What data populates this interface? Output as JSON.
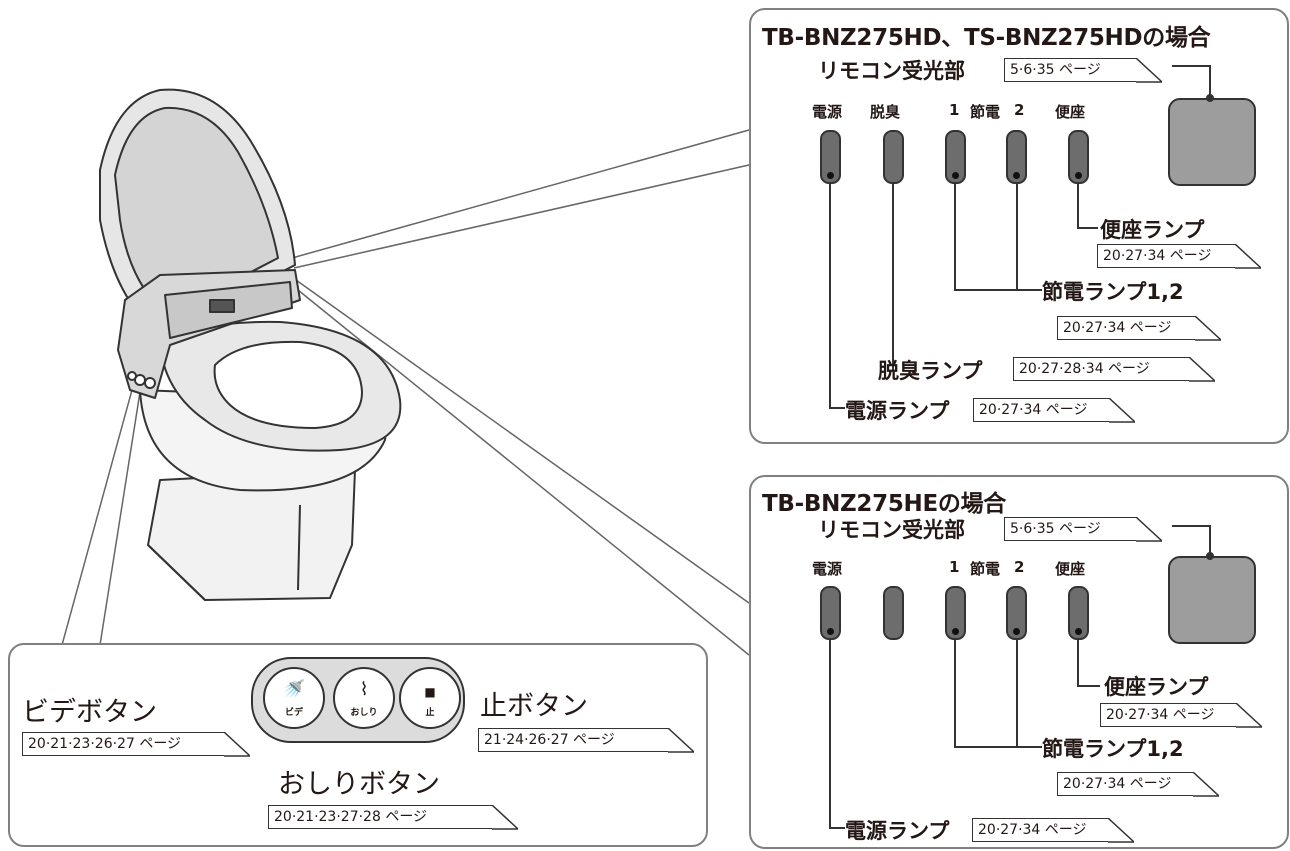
{
  "panel_hd": {
    "title": "TB-BNZ275HD、TS-BNZ275HDの場合",
    "receiver_label": "リモコン受光部",
    "receiver_ref": "5·6·35 ページ",
    "hdr_power": "電源",
    "hdr_deodor": "脱臭",
    "hdr_save1": "1",
    "hdr_save": "節電",
    "hdr_save2": "2",
    "hdr_seat": "便座",
    "seat_lamp": "便座ランプ",
    "seat_lamp_ref": "20·27·34 ページ",
    "save_lamp": "節電ランプ1,2",
    "save_lamp_ref": "20·27·34 ページ",
    "deodor_lamp": "脱臭ランプ",
    "deodor_lamp_ref": "20·27·28·34 ページ",
    "power_lamp": "電源ランプ",
    "power_lamp_ref": "20·27·34 ページ"
  },
  "panel_he": {
    "title": "TB-BNZ275HEの場合",
    "receiver_label": "リモコン受光部",
    "receiver_ref": "5·6·35 ページ",
    "hdr_power": "電源",
    "hdr_save1": "1",
    "hdr_save": "節電",
    "hdr_save2": "2",
    "hdr_seat": "便座",
    "seat_lamp": "便座ランプ",
    "seat_lamp_ref": "20·27·34 ページ",
    "save_lamp": "節電ランプ1,2",
    "save_lamp_ref": "20·27·34 ページ",
    "power_lamp": "電源ランプ",
    "power_lamp_ref": "20·27·34 ページ"
  },
  "buttons_panel": {
    "bidet_button": "ビデボタン",
    "bidet_ref": "20·21·23·26·27 ページ",
    "stop_button": "止ボタン",
    "stop_ref": "21·24·26·27 ページ",
    "oshiri_button": "おしりボタン",
    "oshiri_ref": "20·21·23·27·28 ページ",
    "bidet_cap": "ビデ",
    "oshiri_cap": "おしり",
    "stop_cap": "止"
  }
}
